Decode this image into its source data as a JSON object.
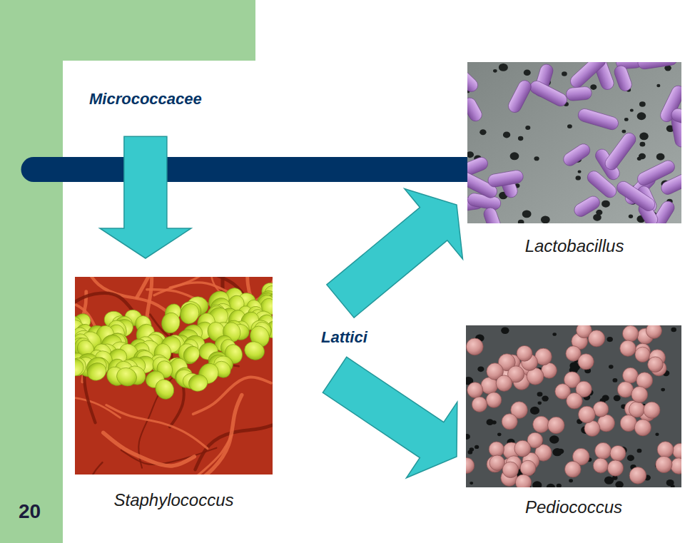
{
  "diagram": {
    "nodes": [
      {
        "text": [
          "Micrococcacee"
        ]
      },
      {
        "text": [
          "Lactobacillus"
        ]
      },
      {
        "text": [
          "Lattici"
        ]
      },
      {
        "text": [
          "Staphylococcus"
        ]
      },
      {
        "text": [
          "Pediococcus"
        ]
      }
    ],
    "edges": [
      {
        "from": 0,
        "to": 3,
        "arrow": "to"
      },
      {
        "from": 2,
        "to": 1,
        "arrow": "to"
      },
      {
        "from": 2,
        "to": 4,
        "arrow": "to"
      }
    ],
    "labels": [
      "20"
    ]
  }
}
